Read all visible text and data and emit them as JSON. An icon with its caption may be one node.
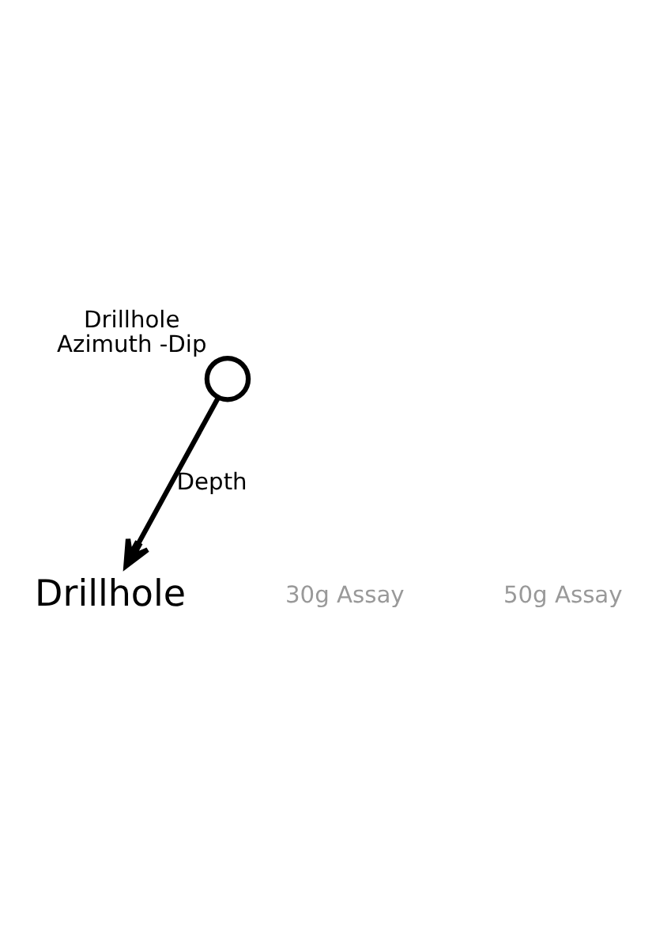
{
  "diagram": {
    "nodes": [
      {
        "text": [],
        "shape": "circle",
        "beside": [
          "Drillhole",
          "Azimuth -Dip"
        ]
      },
      {
        "text": [
          "Drillhole"
        ]
      }
    ],
    "edges": [
      {
        "from": 0,
        "to": 1,
        "arrow": "to",
        "label": "Depth"
      }
    ],
    "labels": [
      "30g Assay",
      "50g Assay"
    ]
  }
}
